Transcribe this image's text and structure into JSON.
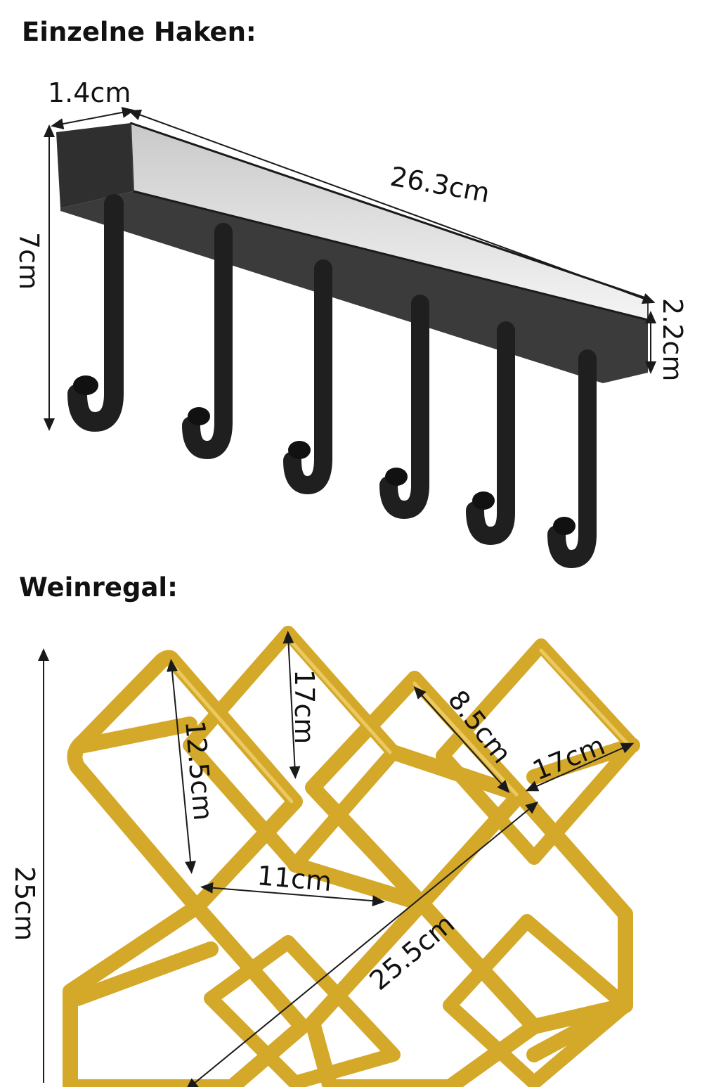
{
  "sections": {
    "hooks": {
      "heading": "Einzelne Haken:",
      "dims": {
        "depth": "1.4cm",
        "length": "26.3cm",
        "height": "7cm",
        "thickness": "2.2cm"
      },
      "hook_count": 6,
      "color": "#1f1f1f"
    },
    "wine_rack": {
      "heading": "Weinregal:",
      "dims": {
        "rect_height": "17cm",
        "diagonal": "12.5cm",
        "side": "8.5cm",
        "depth": "17cm",
        "inner_width": "11cm",
        "length": "25.5cm",
        "total_height": "25cm"
      },
      "color": "#d4a829"
    }
  }
}
